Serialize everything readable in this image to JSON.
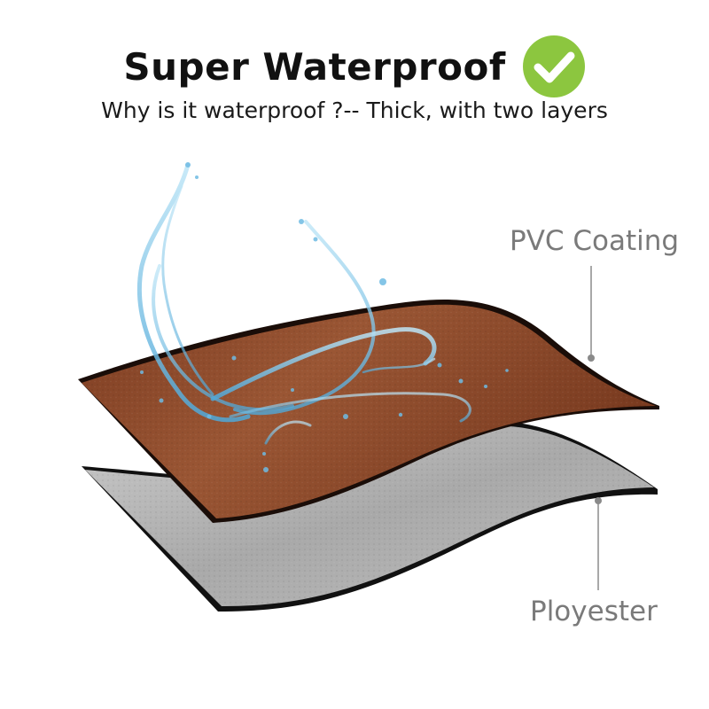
{
  "header": {
    "title": "Super Waterproof",
    "subtitle": "Why is it waterproof ?-- Thick, with two layers",
    "badge_icon": "checkmark-circle-icon",
    "badge_color": "#8cc63f"
  },
  "layers": {
    "top": {
      "label": "PVC Coating",
      "color": "#8f4a2b"
    },
    "bottom": {
      "label": "Ployester",
      "color": "#b3b3b3"
    }
  },
  "decoration": {
    "splash_icon": "water-splash-icon",
    "splash_color": "#7cc6ea",
    "leader_color": "#a8a8a8"
  }
}
